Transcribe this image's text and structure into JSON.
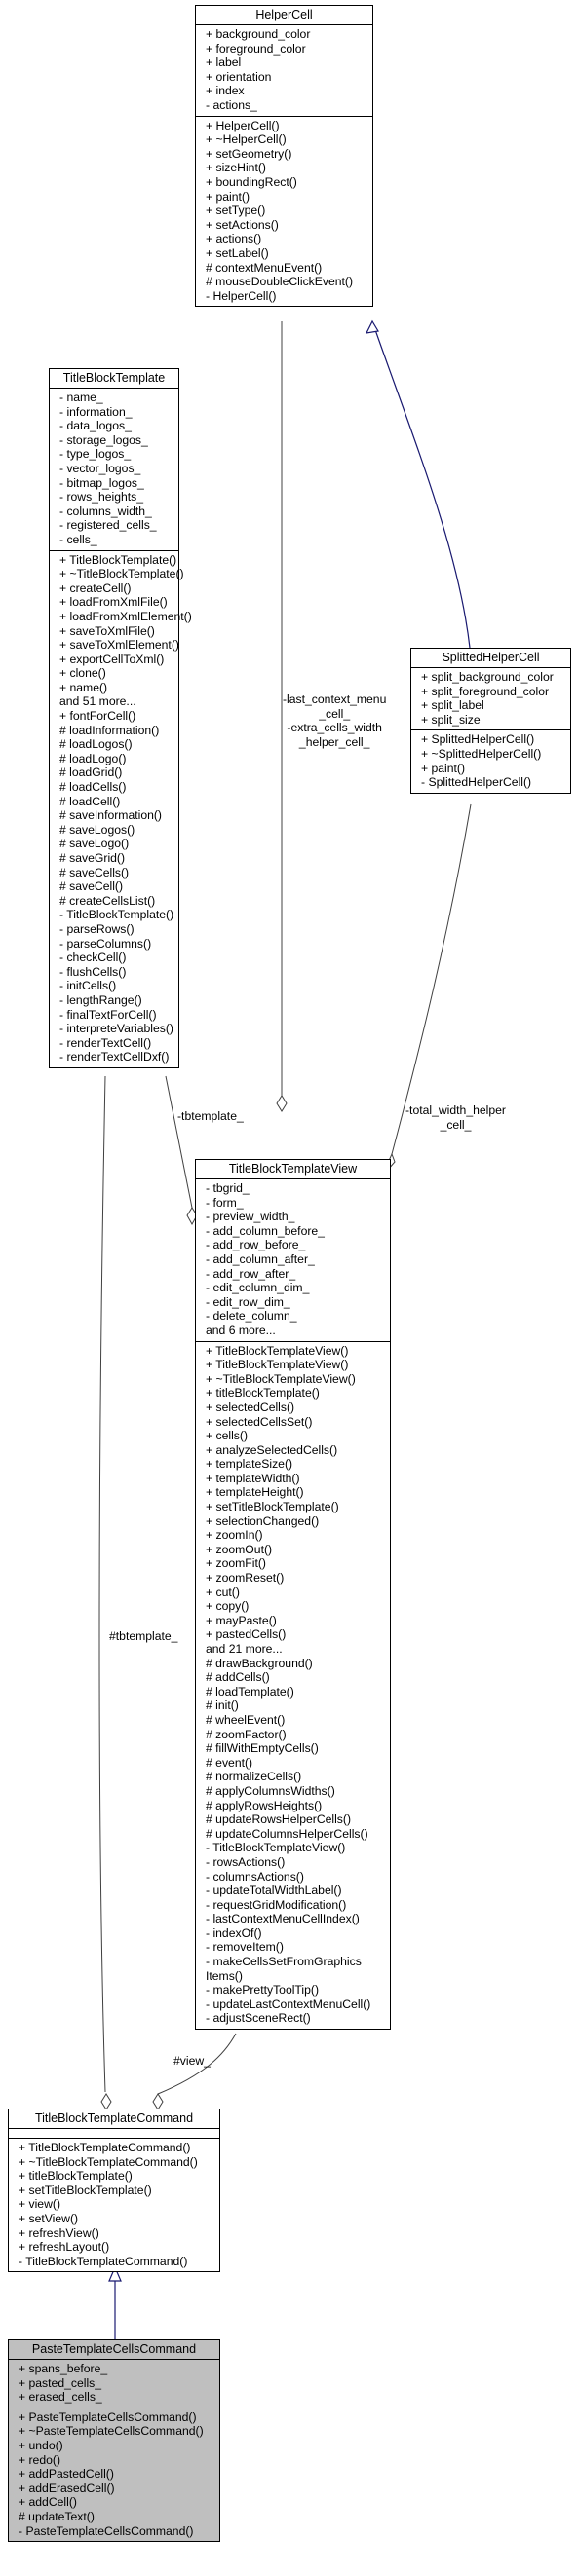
{
  "classes": {
    "helper_cell": {
      "name": "HelperCell",
      "attributes": [
        "+ background_color",
        "+ foreground_color",
        "+ label",
        "+ orientation",
        "+ index",
        "- actions_"
      ],
      "methods": [
        "+ HelperCell()",
        "+ ~HelperCell()",
        "+ setGeometry()",
        "+ sizeHint()",
        "+ boundingRect()",
        "+ paint()",
        "+ setType()",
        "+ setActions()",
        "+ actions()",
        "+ setLabel()",
        "# contextMenuEvent()",
        "# mouseDoubleClickEvent()",
        "- HelperCell()"
      ]
    },
    "title_block_template": {
      "name": "TitleBlockTemplate",
      "attributes": [
        "- name_",
        "- information_",
        "- data_logos_",
        "- storage_logos_",
        "- type_logos_",
        "- vector_logos_",
        "- bitmap_logos_",
        "- rows_heights_",
        "- columns_width_",
        "- registered_cells_",
        "- cells_"
      ],
      "methods": [
        "+ TitleBlockTemplate()",
        "+ ~TitleBlockTemplate()",
        "+ createCell()",
        "+ loadFromXmlFile()",
        "+ loadFromXmlElement()",
        "+ saveToXmlFile()",
        "+ saveToXmlElement()",
        "+ exportCellToXml()",
        "+ clone()",
        "+ name()",
        "and 51 more...",
        "+ fontForCell()",
        "# loadInformation()",
        "# loadLogos()",
        "# loadLogo()",
        "# loadGrid()",
        "# loadCells()",
        "# loadCell()",
        "# saveInformation()",
        "# saveLogos()",
        "# saveLogo()",
        "# saveGrid()",
        "# saveCells()",
        "# saveCell()",
        "# createCellsList()",
        "- TitleBlockTemplate()",
        "- parseRows()",
        "- parseColumns()",
        "- checkCell()",
        "- flushCells()",
        "- initCells()",
        "- lengthRange()",
        "- finalTextForCell()",
        "- interpreteVariables()",
        "- renderTextCell()",
        "- renderTextCellDxf()"
      ]
    },
    "splitted_helper_cell": {
      "name": "SplittedHelperCell",
      "attributes": [
        "+ split_background_color",
        "+ split_foreground_color",
        "+ split_label",
        "+ split_size"
      ],
      "methods": [
        "+ SplittedHelperCell()",
        "+ ~SplittedHelperCell()",
        "+ paint()",
        "- SplittedHelperCell()"
      ]
    },
    "title_block_template_view": {
      "name": "TitleBlockTemplateView",
      "attributes": [
        "- tbgrid_",
        "- form_",
        "- preview_width_",
        "- add_column_before_",
        "- add_row_before_",
        "- add_column_after_",
        "- add_row_after_",
        "- edit_column_dim_",
        "- edit_row_dim_",
        "- delete_column_",
        "and 6 more..."
      ],
      "methods": [
        "+ TitleBlockTemplateView()",
        "+ TitleBlockTemplateView()",
        "+ ~TitleBlockTemplateView()",
        "+ titleBlockTemplate()",
        "+ selectedCells()",
        "+ selectedCellsSet()",
        "+ cells()",
        "+ analyzeSelectedCells()",
        "+ templateSize()",
        "+ templateWidth()",
        "+ templateHeight()",
        "+ setTitleBlockTemplate()",
        "+ selectionChanged()",
        "+ zoomIn()",
        "+ zoomOut()",
        "+ zoomFit()",
        "+ zoomReset()",
        "+ cut()",
        "+ copy()",
        "+ mayPaste()",
        "+ pastedCells()",
        "and 21 more...",
        "# drawBackground()",
        "# addCells()",
        "# loadTemplate()",
        "# init()",
        "# wheelEvent()",
        "# zoomFactor()",
        "# fillWithEmptyCells()",
        "# event()",
        "# normalizeCells()",
        "# applyColumnsWidths()",
        "# applyRowsHeights()",
        "# updateRowsHelperCells()",
        "# updateColumnsHelperCells()",
        "- TitleBlockTemplateView()",
        "- rowsActions()",
        "- columnsActions()",
        "- updateTotalWidthLabel()",
        "- requestGridModification()",
        "- lastContextMenuCellIndex()",
        "- indexOf()",
        "- removeItem()",
        "- makeCellsSetFromGraphics",
        "Items()",
        "- makePrettyToolTip()",
        "- updateLastContextMenuCell()",
        "- adjustSceneRect()"
      ]
    },
    "title_block_template_command": {
      "name": "TitleBlockTemplateCommand",
      "attributes": [],
      "methods": [
        "+ TitleBlockTemplateCommand()",
        "+ ~TitleBlockTemplateCommand()",
        "+ titleBlockTemplate()",
        "+ setTitleBlockTemplate()",
        "+ view()",
        "+ setView()",
        "+ refreshView()",
        "+ refreshLayout()",
        "- TitleBlockTemplateCommand()"
      ]
    },
    "paste_template_cells_command": {
      "name": "PasteTemplateCellsCommand",
      "attributes": [
        "+ spans_before_",
        "+ pasted_cells_",
        "+ erased_cells_"
      ],
      "methods": [
        "+ PasteTemplateCellsCommand()",
        "+ ~PasteTemplateCellsCommand()",
        "+ undo()",
        "+ redo()",
        "+ addPastedCell()",
        "+ addErasedCell()",
        "+ addCell()",
        "# updateText()",
        "- PasteTemplateCellsCommand()"
      ]
    }
  },
  "relations": {
    "helper_to_view": [
      "-last_context_menu",
      "_cell_",
      "-extra_cells_width",
      "_helper_cell_"
    ],
    "splitted_to_view": [
      "-total_width_helper",
      "_cell_"
    ],
    "template_to_view": [
      "-tbtemplate_"
    ],
    "template_to_command": [
      "#tbtemplate_"
    ],
    "view_to_command": [
      "#view_"
    ]
  }
}
